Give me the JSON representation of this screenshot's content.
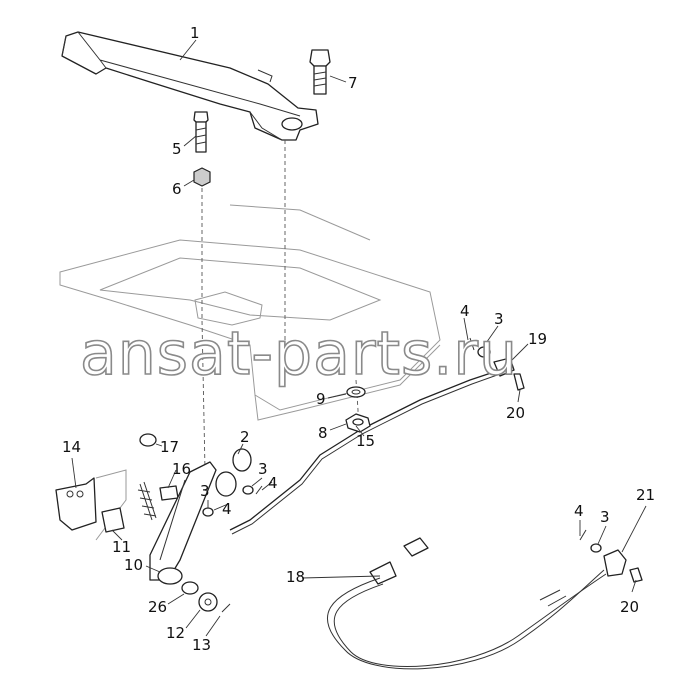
{
  "watermark": "ansat-parts.ru",
  "callouts": [
    {
      "id": "c1",
      "text": "1"
    },
    {
      "id": "c7",
      "text": "7"
    },
    {
      "id": "c5",
      "text": "5"
    },
    {
      "id": "c6",
      "text": "6"
    },
    {
      "id": "c4a",
      "text": "4"
    },
    {
      "id": "c3a",
      "text": "3"
    },
    {
      "id": "c19",
      "text": "19"
    },
    {
      "id": "c9",
      "text": "9"
    },
    {
      "id": "c20a",
      "text": "20"
    },
    {
      "id": "c8",
      "text": "8"
    },
    {
      "id": "c15",
      "text": "15"
    },
    {
      "id": "c14",
      "text": "14"
    },
    {
      "id": "c17",
      "text": "17"
    },
    {
      "id": "c16",
      "text": "16"
    },
    {
      "id": "c2",
      "text": "2"
    },
    {
      "id": "c3b",
      "text": "3"
    },
    {
      "id": "c4b",
      "text": "4"
    },
    {
      "id": "c3c",
      "text": "3"
    },
    {
      "id": "c4c",
      "text": "4"
    },
    {
      "id": "c11",
      "text": "11"
    },
    {
      "id": "c10",
      "text": "10"
    },
    {
      "id": "c26",
      "text": "26"
    },
    {
      "id": "c12",
      "text": "12"
    },
    {
      "id": "c13",
      "text": "13"
    },
    {
      "id": "c18",
      "text": "18"
    },
    {
      "id": "c4d",
      "text": "4"
    },
    {
      "id": "c3d",
      "text": "3"
    },
    {
      "id": "c21",
      "text": "21"
    },
    {
      "id": "c20b",
      "text": "20"
    }
  ]
}
